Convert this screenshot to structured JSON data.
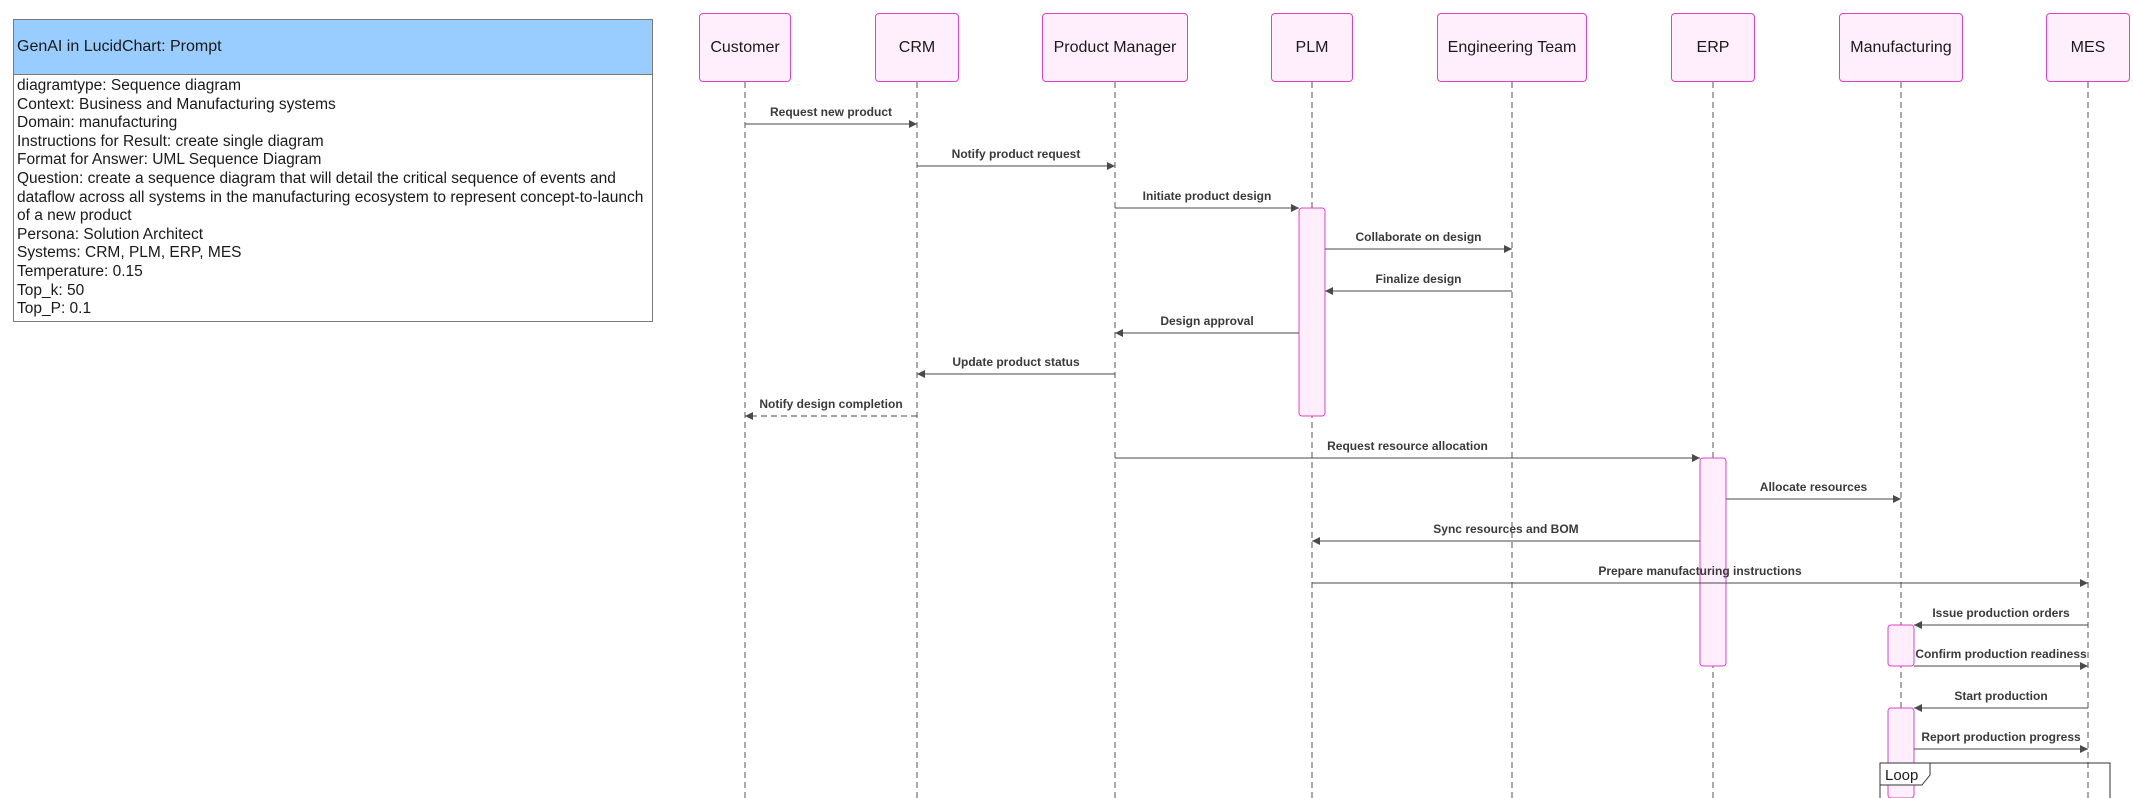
{
  "prompt": {
    "title": "GenAI in LucidChart: Prompt",
    "lines": [
      "diagramtype: Sequence diagram",
      "Context: Business and Manufacturing systems",
      "Domain: manufacturing",
      "Instructions for Result: create single diagram",
      "Format for Answer: UML Sequence Diagram",
      "Question: create a sequence diagram that will detail the critical sequence of events and dataflow across all systems in the manufacturing ecosystem to represent concept-to-launch of a new product",
      "Persona: Solution Architect",
      "Systems: CRM, PLM, ERP, MES",
      "Temperature: 0.15",
      "Top_k: 50",
      "Top_P: 0.1"
    ]
  },
  "participants": [
    "Customer",
    "CRM",
    "Product Manager",
    "PLM",
    "Engineering Team",
    "ERP",
    "Manufacturing",
    "MES"
  ],
  "messages": [
    {
      "label": "Request new product",
      "from": "Customer",
      "to": "CRM",
      "dashed": false
    },
    {
      "label": "Notify product request",
      "from": "CRM",
      "to": "Product Manager",
      "dashed": false
    },
    {
      "label": "Initiate product design",
      "from": "Product Manager",
      "to": "PLM",
      "dashed": false
    },
    {
      "label": "Collaborate on design",
      "from": "PLM",
      "to": "Engineering Team",
      "dashed": false
    },
    {
      "label": "Finalize design",
      "from": "Engineering Team",
      "to": "PLM",
      "dashed": false
    },
    {
      "label": "Design approval",
      "from": "PLM",
      "to": "Product Manager",
      "dashed": false
    },
    {
      "label": "Update product status",
      "from": "Product Manager",
      "to": "CRM",
      "dashed": false
    },
    {
      "label": "Notify design completion",
      "from": "CRM",
      "to": "Customer",
      "dashed": true
    },
    {
      "label": "Request resource allocation",
      "from": "Product Manager",
      "to": "ERP",
      "dashed": false
    },
    {
      "label": "Allocate resources",
      "from": "ERP",
      "to": "Manufacturing",
      "dashed": false
    },
    {
      "label": "Sync resources and BOM",
      "from": "ERP",
      "to": "PLM",
      "dashed": false
    },
    {
      "label": "Prepare manufacturing instructions",
      "from": "PLM",
      "to": "MES",
      "dashed": false
    },
    {
      "label": "Issue production orders",
      "from": "MES",
      "to": "Manufacturing",
      "dashed": false
    },
    {
      "label": "Confirm production readiness",
      "from": "Manufacturing",
      "to": "MES",
      "dashed": false
    },
    {
      "label": "Start production",
      "from": "MES",
      "to": "Manufacturing",
      "dashed": false
    },
    {
      "label": "Report production progress",
      "from": "Manufacturing",
      "to": "MES",
      "dashed": false
    }
  ],
  "loop": {
    "label": "Loop"
  },
  "colors": {
    "participant_border": "#e040c8",
    "participant_fill": "#ffeefc",
    "prompt_header": "#99ccff",
    "line": "#4a4a4a"
  }
}
